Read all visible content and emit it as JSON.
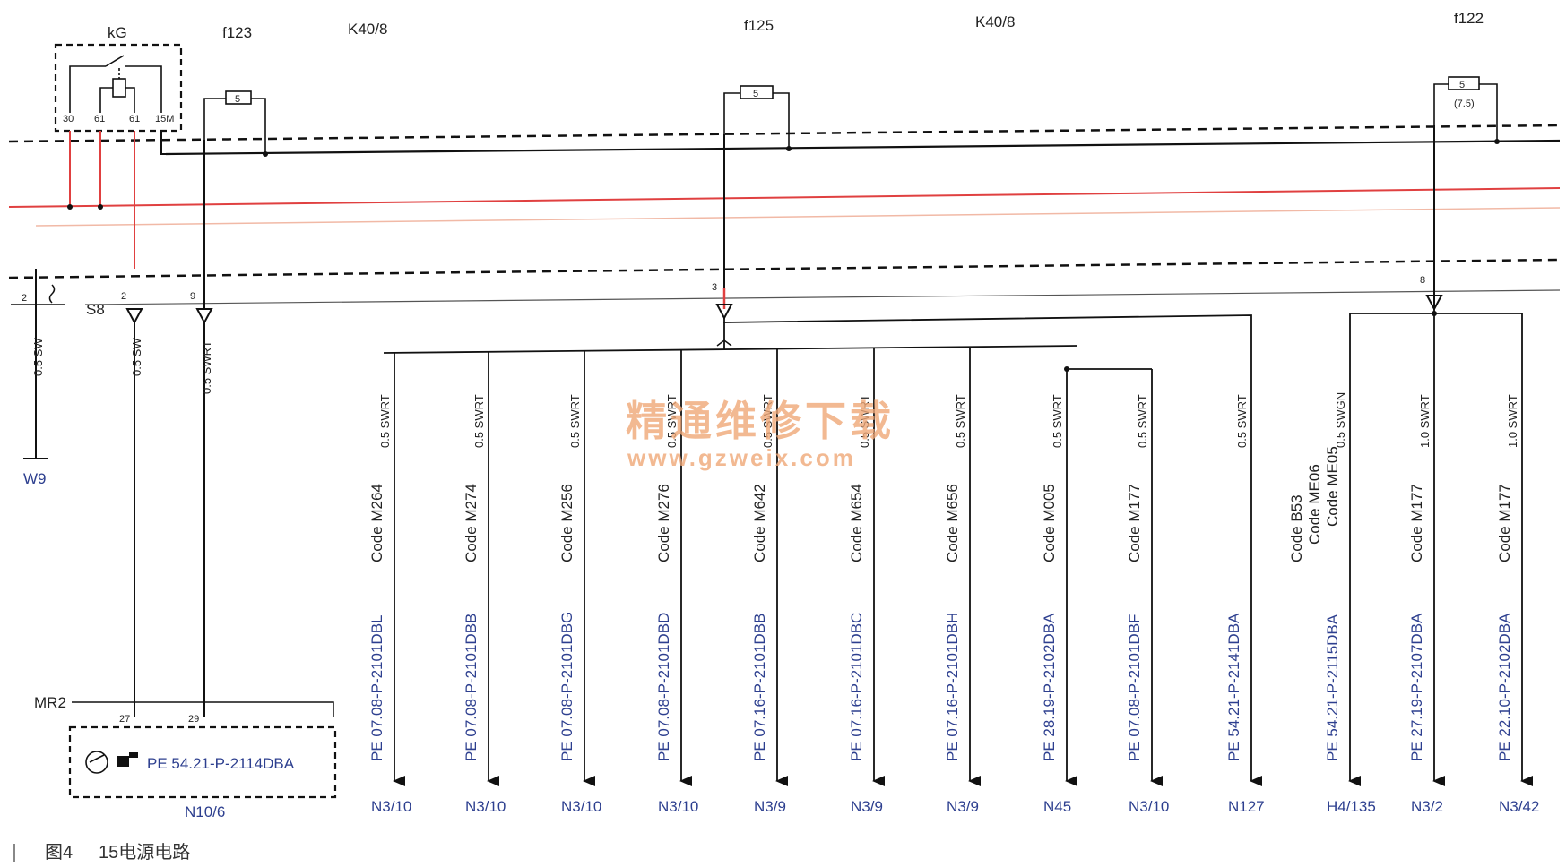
{
  "labels": {
    "kg": "kG",
    "f123": "f123",
    "k40_left": "K40/8",
    "f125": "f125",
    "k40_right": "K40/8",
    "f122": "f122",
    "s8": "S8",
    "mr2": "MR2",
    "w9": "W9",
    "n10_6": "N10/6",
    "n10_6_pe": "PE 54.21-P-2114DBA"
  },
  "relay_pins": [
    "30",
    "61",
    "61",
    "15M"
  ],
  "fuses": {
    "f123": "5",
    "f125": "5",
    "f122": "5",
    "f122_sub": "(7.5)"
  },
  "connector_numbers": {
    "left_2a": "2",
    "left_2b": "2",
    "left_9": "9",
    "mid_3": "3",
    "right_8": "8",
    "mr2_27": "27",
    "mr2_29": "29"
  },
  "left_wires": {
    "w9_wire": "0.5 SW",
    "n10_wire_a": "0.5 SW",
    "n10_wire_b": "0.5 SWRT"
  },
  "branches": [
    {
      "wire": "0.5 SWRT",
      "code": "Code M264",
      "pe": "PE 07.08-P-2101DBL",
      "dest": "N3/10"
    },
    {
      "wire": "0.5 SWRT",
      "code": "Code M274",
      "pe": "PE 07.08-P-2101DBB",
      "dest": "N3/10"
    },
    {
      "wire": "0.5 SWRT",
      "code": "Code M256",
      "pe": "PE 07.08-P-2101DBG",
      "dest": "N3/10"
    },
    {
      "wire": "0.5 SWRT",
      "code": "Code M276",
      "pe": "PE 07.08-P-2101DBD",
      "dest": "N3/10"
    },
    {
      "wire": "0.5 SWRT",
      "code": "Code M642",
      "pe": "PE 07.16-P-2101DBB",
      "dest": "N3/9"
    },
    {
      "wire": "0.5 SWRT",
      "code": "Code M654",
      "pe": "PE 07.16-P-2101DBC",
      "dest": "N3/9"
    },
    {
      "wire": "0.5 SWRT",
      "code": "Code M656",
      "pe": "PE 07.16-P-2101DBH",
      "dest": "N3/9"
    },
    {
      "wire": "0.5 SWRT",
      "code": "Code M005",
      "pe": "PE 28.19-P-2102DBA",
      "dest": "N45"
    },
    {
      "wire": "0.5 SWRT",
      "code": "Code M177",
      "pe": "PE 07.08-P-2101DBF",
      "dest": "N3/10"
    },
    {
      "wire": "0.5 SWRT",
      "code": "",
      "pe": "PE 54.21-P-2141DBA",
      "dest": "N127"
    },
    {
      "wire": "0.5 SWGN",
      "code": "Code B53\nCode ME06\nCode ME05",
      "pe": "PE 54.21-P-2115DBA",
      "dest": "H4/135"
    },
    {
      "wire": "1.0 SWRT",
      "code": "Code M177",
      "pe": "PE 27.19-P-2107DBA",
      "dest": "N3/2"
    },
    {
      "wire": "1.0 SWRT",
      "code": "Code M177",
      "pe": "PE 22.10-P-2102DBA",
      "dest": "N3/42"
    }
  ],
  "colors": {
    "wire_black": "#111111",
    "wire_red": "#e04040",
    "wire_pink": "#f1b9a6",
    "label_blue": "#2d3f8f",
    "watermark": "#f0a878"
  },
  "watermark": {
    "cn": "精通维修下载",
    "url": "www.gzweix.com"
  },
  "caption": {
    "fig": "图4",
    "title": "15电源电路"
  }
}
